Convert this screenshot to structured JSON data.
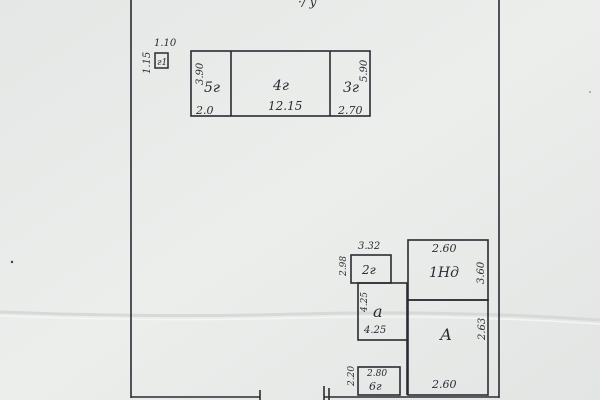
{
  "plan": {
    "top_note": "·/ у",
    "outbuilding_1": {
      "room_4g_label": "4г",
      "room_4g_width": "12.15",
      "room_5g_label": "5г",
      "room_5g_width": "2.0",
      "room_5g_depth": "3.90",
      "room_3g_label": "3г",
      "room_3g_width": "2.70",
      "room_3g_depth": "5.90"
    },
    "shed_g1": {
      "label": "г1",
      "width": "1.10",
      "depth": "1.15"
    },
    "house": {
      "room_2g_label": "2г",
      "room_2g_width": "3.32",
      "room_2g_depth": "2.98",
      "room_a_label": "а",
      "room_a_width": "4.25",
      "room_a_depth": "4.25",
      "room_1_label": "1Нд",
      "room_1_width": "2.60",
      "room_1_depth": "3.60",
      "room_A_label": "А",
      "room_A_width": "2.60",
      "room_A_depth": "2.63",
      "room_6g_label": "6г",
      "room_6g_width": "2.80",
      "room_6g_depth": "2.20"
    },
    "colors": {
      "paper": "#e9ebe9",
      "ink": "#2b2b33"
    }
  }
}
